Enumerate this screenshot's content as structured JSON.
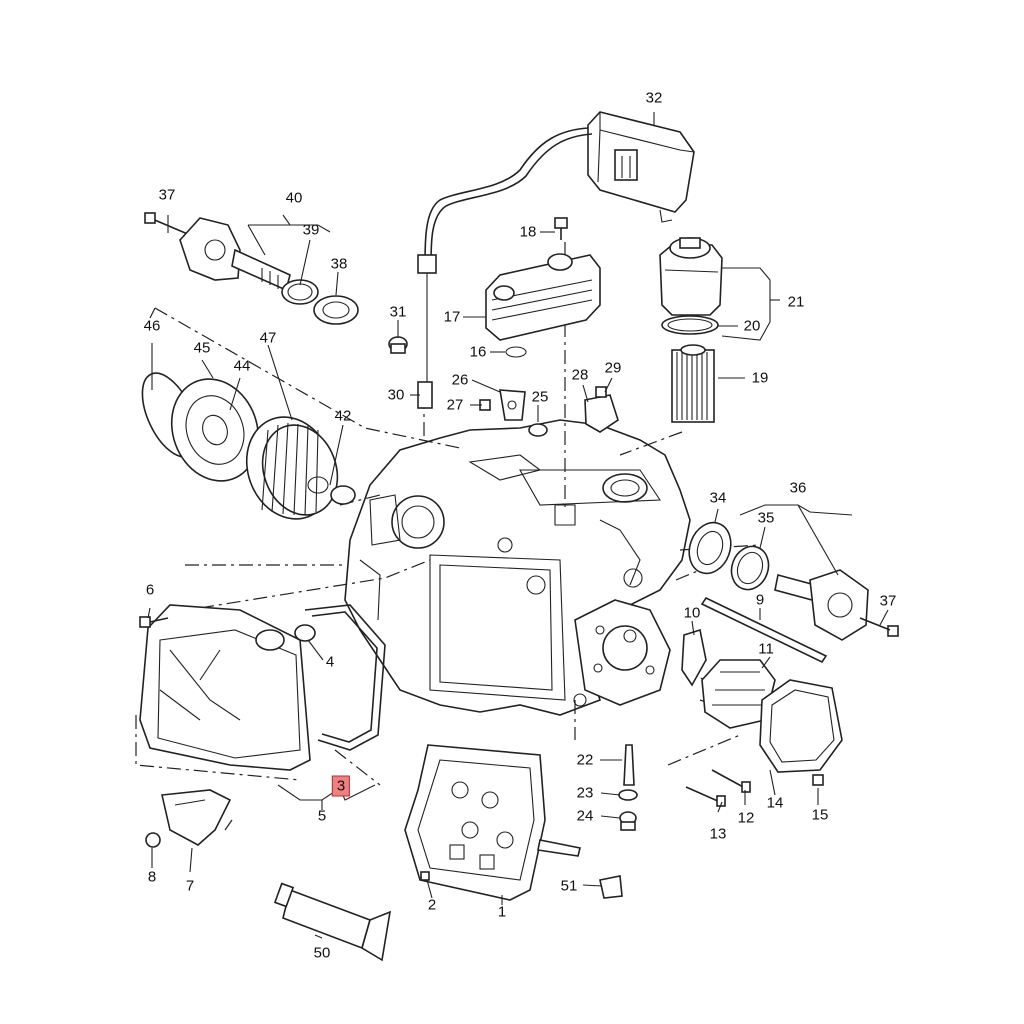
{
  "diagram": {
    "highlight_color": "#f08080",
    "line_color": "#222222",
    "highlighted_part": "3",
    "labels": [
      "1",
      "2",
      "3",
      "4",
      "5",
      "6",
      "7",
      "8",
      "9",
      "10",
      "11",
      "12",
      "13",
      "14",
      "15",
      "16",
      "17",
      "18",
      "19",
      "20",
      "21",
      "22",
      "23",
      "24",
      "25",
      "26",
      "27",
      "28",
      "29",
      "30",
      "31",
      "32",
      "34",
      "35",
      "36",
      "37",
      "37",
      "38",
      "39",
      "40",
      "42",
      "44",
      "45",
      "46",
      "47",
      "50",
      "51"
    ]
  }
}
